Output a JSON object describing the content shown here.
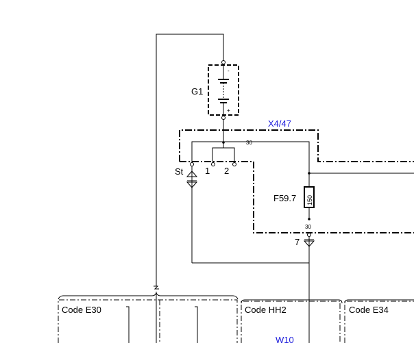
{
  "colors": {
    "line": "#000000",
    "connector_label": "#1a1adb",
    "background": "#ffffff"
  },
  "battery": {
    "label": "G1",
    "minus": "-",
    "plus": "+"
  },
  "connector": {
    "label": "X4/47",
    "terminal_top": "30"
  },
  "switch": {
    "start_label": "St",
    "pos1_label": "1",
    "pos2_label": "2"
  },
  "fuse": {
    "label": "F59.7",
    "rating": "150",
    "terminal": "30"
  },
  "ground": {
    "label": "7"
  },
  "codes": {
    "e30": "Code E30",
    "hh2": "Code HH2",
    "e34": "Code E34"
  },
  "wire_label": "W10"
}
